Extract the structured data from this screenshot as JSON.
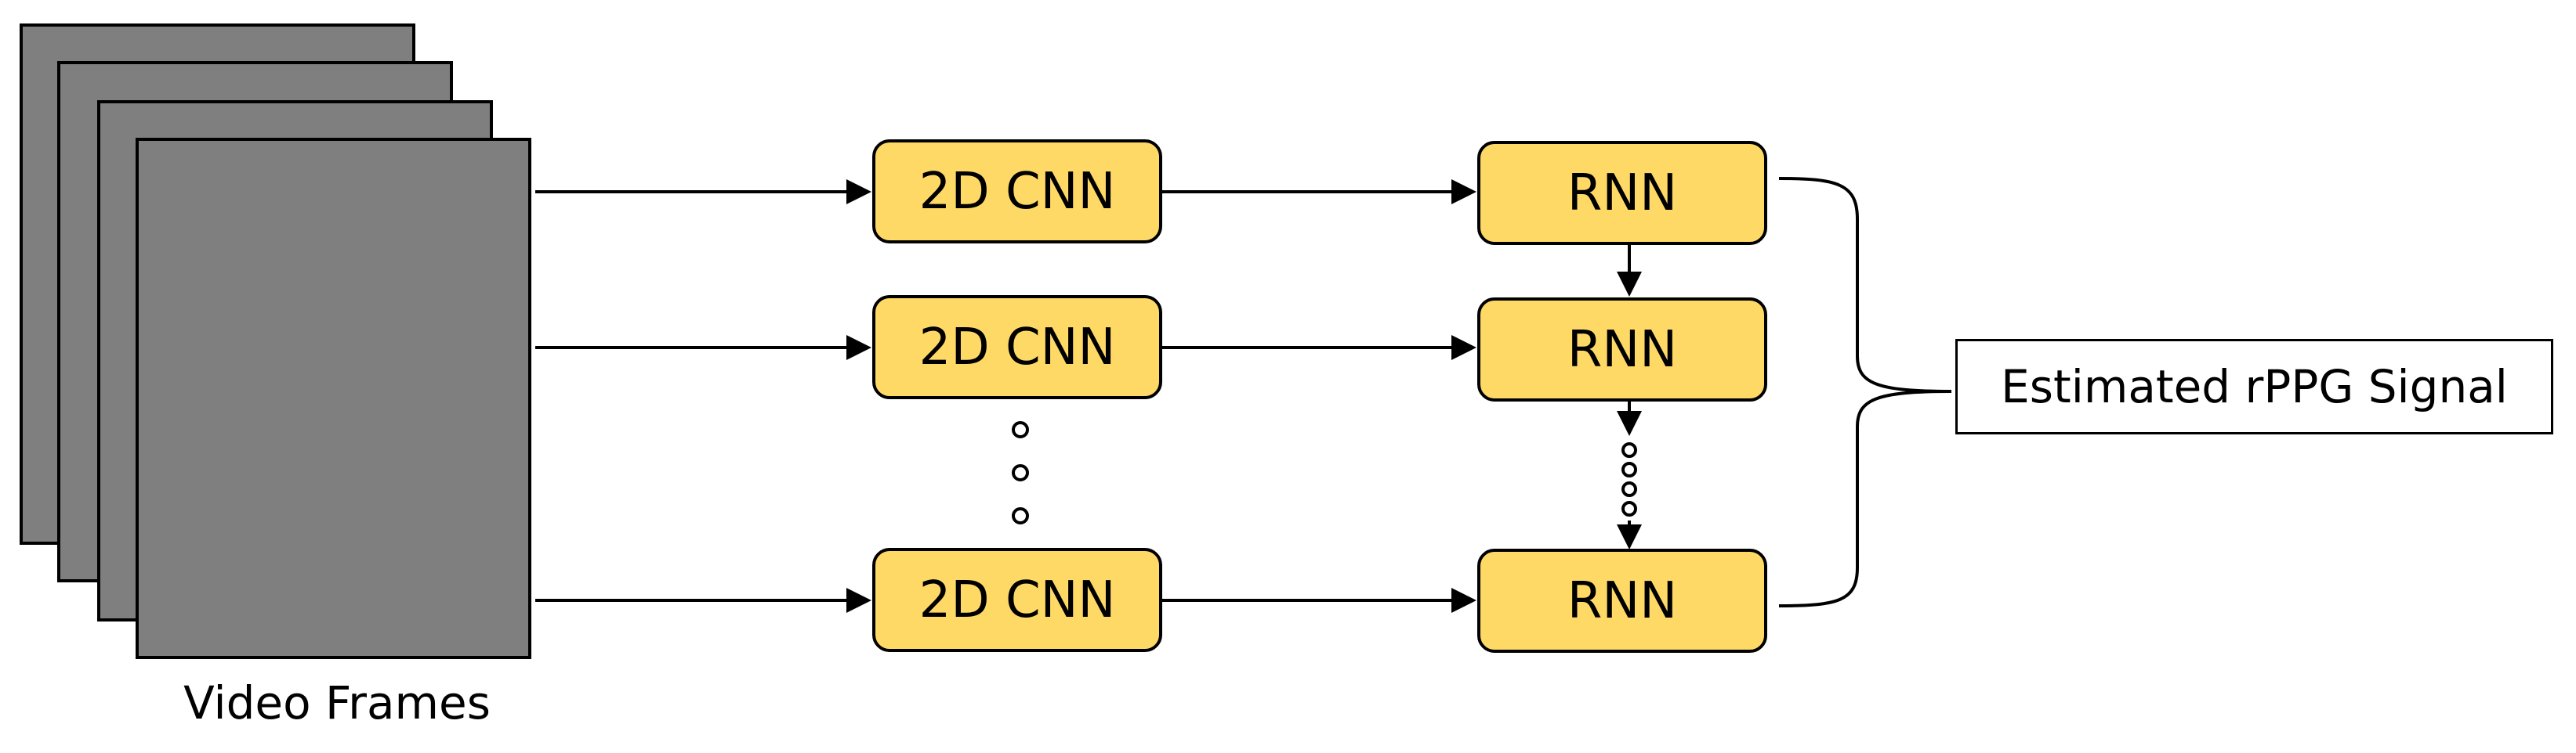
{
  "input": {
    "caption": "Video Frames"
  },
  "cnn_column": {
    "nodes": [
      "2D CNN",
      "2D CNN",
      "2D CNN"
    ]
  },
  "rnn_column": {
    "nodes": [
      "RNN",
      "RNN",
      "RNN"
    ]
  },
  "output": {
    "label": "Estimated rPPG Signal"
  },
  "colors": {
    "frame_fill": "#7f7f7f",
    "node_fill": "#ffd966",
    "stroke": "#000000",
    "background": "#ffffff"
  }
}
